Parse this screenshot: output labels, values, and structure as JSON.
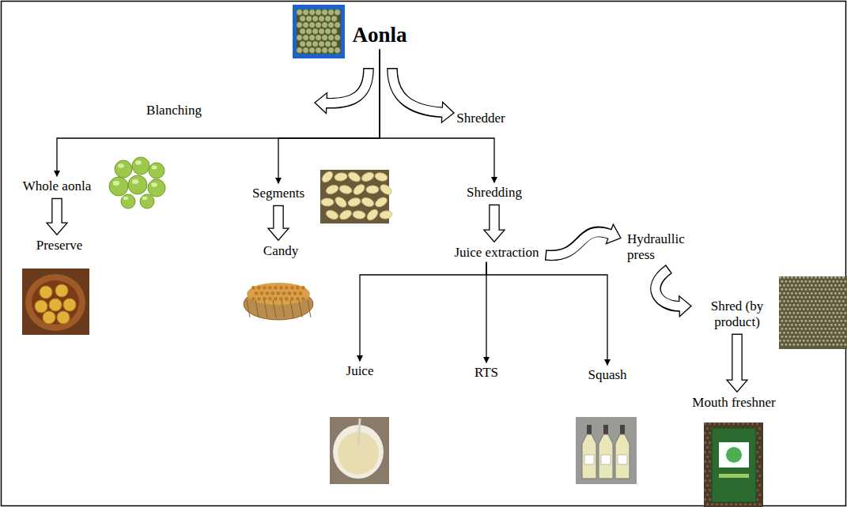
{
  "diagram": {
    "nodes": [
      {
        "text": [
          "Aonla"
        ]
      },
      {
        "text": [
          "Whole aonla"
        ]
      },
      {
        "text": [
          "Segments"
        ]
      },
      {
        "text": [
          "Shredding"
        ]
      },
      {
        "text": [
          "Preserve"
        ]
      },
      {
        "text": [
          "Candy"
        ]
      },
      {
        "text": [
          "Juice extraction"
        ]
      },
      {
        "text": [
          "Hydraullic press"
        ]
      },
      {
        "text": [
          "Shred (by product)"
        ]
      },
      {
        "text": [
          "Juice"
        ]
      },
      {
        "text": [
          "RTS"
        ]
      },
      {
        "text": [
          "Squash"
        ]
      },
      {
        "text": [
          "Mouth freshner"
        ]
      }
    ],
    "edges": [
      {
        "from": 0,
        "to": 1,
        "arrow": "to"
      },
      {
        "from": 0,
        "to": 2,
        "arrow": "to"
      },
      {
        "from": 0,
        "to": 3,
        "arrow": "to"
      },
      {
        "from": 1,
        "to": 4,
        "arrow": "to"
      },
      {
        "from": 2,
        "to": 5,
        "arrow": "to"
      },
      {
        "from": 3,
        "to": 6,
        "arrow": "to"
      },
      {
        "from": 6,
        "to": 7,
        "arrow": "to"
      },
      {
        "from": 7,
        "to": 8,
        "arrow": "to"
      },
      {
        "from": 6,
        "to": 9,
        "arrow": "to"
      },
      {
        "from": 6,
        "to": 10,
        "arrow": "to"
      },
      {
        "from": 6,
        "to": 11,
        "arrow": "to"
      },
      {
        "from": 8,
        "to": 12,
        "arrow": "to"
      }
    ],
    "labels": [
      "Blanching",
      "Shredder"
    ]
  }
}
